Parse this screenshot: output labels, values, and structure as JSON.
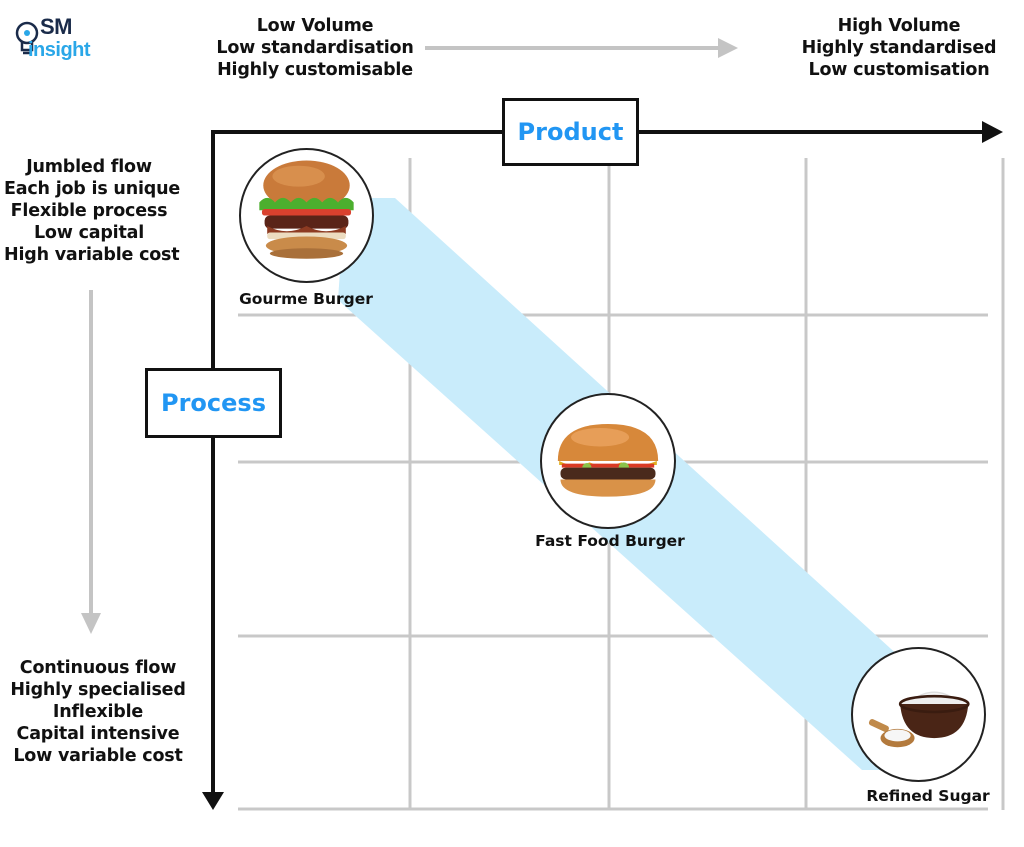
{
  "logo": {
    "line1": "SM",
    "line2": "insight"
  },
  "axes": {
    "horizontal": {
      "label": "Product",
      "left_text": [
        "Low Volume",
        "Low standardisation",
        "Highly customisable"
      ],
      "right_text": [
        "High Volume",
        "Highly standardised",
        "Low customisation"
      ]
    },
    "vertical": {
      "label": "Process",
      "top_text": [
        "Jumbled flow",
        "Each job is unique",
        "Flexible process",
        "Low capital",
        "High variable cost"
      ],
      "bottom_text": [
        "Continuous flow",
        "Highly specialised",
        "Inflexible",
        "Capital intensive",
        "Low variable cost"
      ]
    }
  },
  "items": [
    {
      "label": "Gourme Burger",
      "icon": "gourmet-burger-icon"
    },
    {
      "label": "Fast Food Burger",
      "icon": "fast-food-burger-icon"
    },
    {
      "label": "Refined Sugar",
      "icon": "sugar-bowl-icon"
    }
  ],
  "colors": {
    "accent": "#2196f3",
    "diagonal_band": "#c9ecfb",
    "grid": "#c8c8c8",
    "arrow_gray": "#c4c4c4",
    "axis": "#111111"
  }
}
